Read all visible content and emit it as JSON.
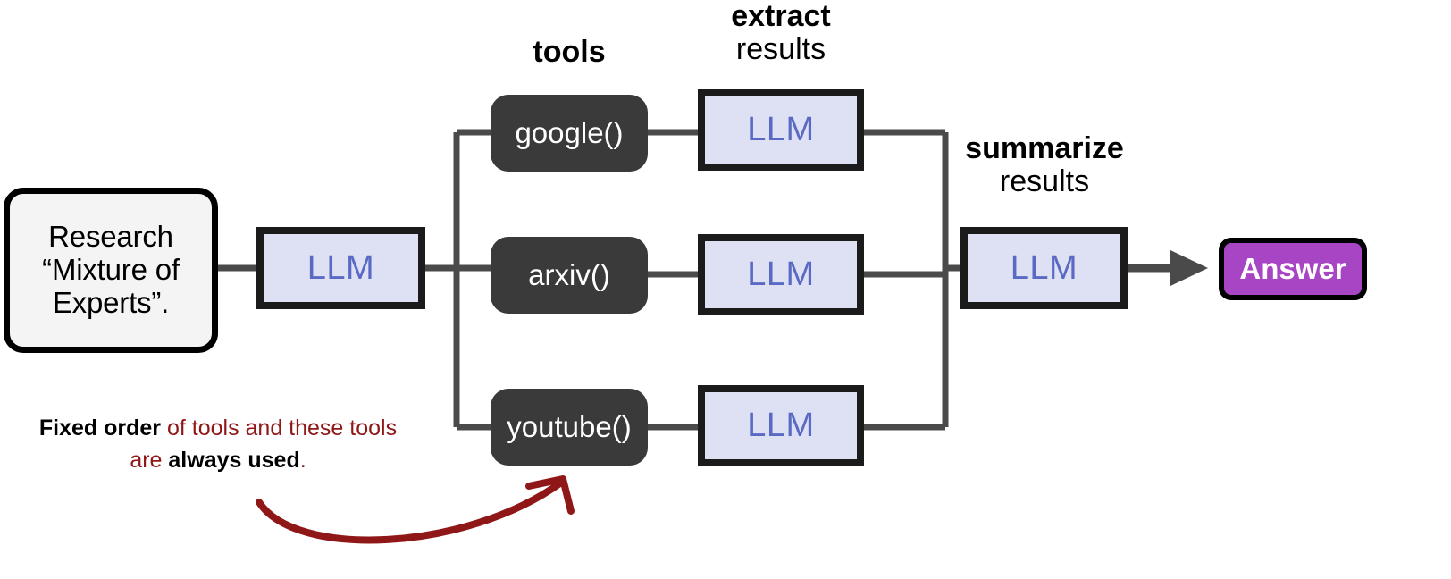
{
  "diagram": {
    "title_bar": null,
    "background": "#ffffff",
    "colors": {
      "llm_fill": "#dee0f3",
      "llm_text": "#5a6ac4",
      "llm_border": "#1b1b1b",
      "tool_fill": "#3a3a3a",
      "tool_text": "#ffffff",
      "answer_fill": "#a845c4",
      "answer_text": "#ffffff",
      "prompt_fill": "#f4f4f4",
      "prompt_border": "#000000",
      "wire": "#4a4a4a",
      "annotation_red": "#8f1717"
    },
    "prompt": {
      "text": "Research\n“Mixture of\nExperts”."
    },
    "stage_labels": {
      "tools": {
        "bold": "tools",
        "regular": ""
      },
      "extract": {
        "bold": "extract",
        "regular": "results"
      },
      "summarize": {
        "bold": "summarize",
        "regular": "results"
      }
    },
    "llm_nodes": [
      {
        "id": "llm-router",
        "label": "LLM"
      },
      {
        "id": "llm-extract-google",
        "label": "LLM"
      },
      {
        "id": "llm-extract-arxiv",
        "label": "LLM"
      },
      {
        "id": "llm-extract-youtube",
        "label": "LLM"
      },
      {
        "id": "llm-summarize",
        "label": "LLM"
      }
    ],
    "tools": [
      {
        "id": "tool-google",
        "label": "google()"
      },
      {
        "id": "tool-arxiv",
        "label": "arxiv()"
      },
      {
        "id": "tool-youtube",
        "label": "youtube()"
      }
    ],
    "answer": {
      "label": "Answer"
    },
    "annotation": {
      "line1_bold": "Fixed order",
      "line1_rest": " of tools and these",
      "line2_pre": "tools are ",
      "line2_bold": "always used",
      "line2_post": "."
    }
  }
}
